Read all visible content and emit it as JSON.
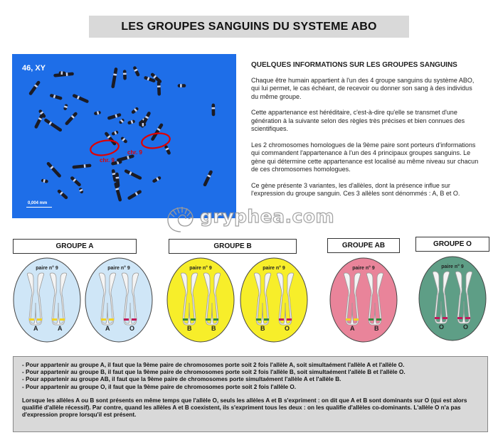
{
  "title": "LES GROUPES SANGUINS DU SYSTEME ABO",
  "karyotype": {
    "label": "46, XY",
    "scale": "0,004 mm",
    "chr_labels": [
      "chr. 9",
      "chr. 9"
    ]
  },
  "info": {
    "heading": "QUELQUES INFORMATIONS SUR LES GROUPES SANGUINS",
    "paragraphs": [
      "Chaque être humain appartient à l'un des 4 groupe sanguins du système ABO, qui lui permet, le cas échéant, de recevoir ou donner son sang à des individus du même groupe.",
      "Cette appartenance est héréditaire, c'est-à-dire qu'elle se transmet d'une génération à la suivante selon des règles très précises et bien connues des scientifiques.",
      "Les 2 chromosomes homologues de la 9ème paire sont porteurs d'informations qui commandent l'appartenance à l'un des 4 principaux groupes sanguins. Le gène qui détermine cette appartenance est localisé au même niveau sur chacun de ces chromosomes homologues.",
      "Ce gène présente 3 variantes, les d'allèles, dont la présence influe sur l'expression du groupe sanguin. Ces 3 allèles sont dénommés : A, B et O."
    ]
  },
  "watermark": "gryphea.com",
  "groups": [
    {
      "label": "GROUPE  A",
      "color": "#cfe6f7",
      "pairs": [
        {
          "label": "paire n° 9",
          "alleles": [
            "A",
            "A"
          ],
          "bands": [
            "#f2d324",
            "#f2d324"
          ]
        },
        {
          "label": "paire n° 9",
          "alleles": [
            "A",
            "O"
          ],
          "bands": [
            "#f2d324",
            "#c2185b"
          ]
        }
      ]
    },
    {
      "label": "GROUPE  B",
      "color": "#f7ee2a",
      "pairs": [
        {
          "label": "paire n° 9",
          "alleles": [
            "B",
            "B"
          ],
          "bands": [
            "#2e8b3a",
            "#2e8b3a"
          ]
        },
        {
          "label": "paire n° 9",
          "alleles": [
            "B",
            "O"
          ],
          "bands": [
            "#2e8b3a",
            "#c2185b"
          ]
        }
      ]
    },
    {
      "label": "GROUPE  AB",
      "color": "#e9849a",
      "pairs": [
        {
          "label": "paire n° 9",
          "alleles": [
            "A",
            "B"
          ],
          "bands": [
            "#f2d324",
            "#2e8b3a"
          ]
        }
      ]
    },
    {
      "label": "GROUPE  O",
      "color": "#5e9e86",
      "pairs": [
        {
          "label": "paire n° 9",
          "alleles": [
            "O",
            "O"
          ],
          "bands": [
            "#c2185b",
            "#c2185b"
          ]
        }
      ]
    }
  ],
  "bottom": {
    "bullets": [
      "-  Pour appartenir au groupe A, il faut que la 9ème paire de chromosomes porte soit 2 fois l'allèle A, soit simultaément l'allèle A et l'allèle O.",
      "-  Pour appartenir au groupe B, il faut que la 9ème paire de chromosomes porte soit 2 fois l'allèle B, soit simultaément l'allèle B et l'allèle O.",
      "-  Pour appartenir au groupe AB, il faut que la 9ème paire de chromosomes porte simultaément l'allèle A et l'allèle B.",
      "-  Pour appartenir au groupe O, il faut que la 9ème paire de chromosomes porte soit 2 fois l'allèle O."
    ],
    "paragraph": "Lorsque les allèles A ou B sont présents en même temps que l'allèle O, seuls les allèles A et B s'expriment : on dit que A et B sont dominants sur O (qui est alors qualifié d'allèle récessif). Par contre, quand les allèles A et B coexistent, ils s'expriment tous les deux : on les qualifie d'allèles co-dominants. L'allèle O n'a pas d'expression propre lorsqu'il est présent."
  }
}
